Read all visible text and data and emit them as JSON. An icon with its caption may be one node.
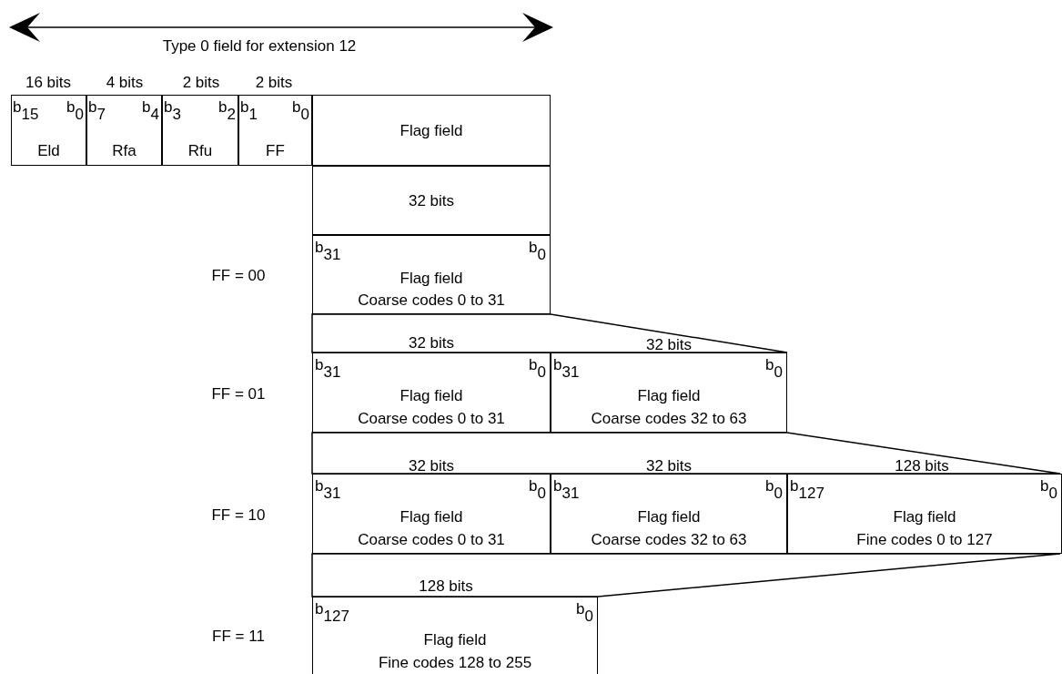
{
  "diagram": {
    "nodes": [
      {
        "text": [
          "b$_{15}$",
          "b$_{0}$",
          "Eld"
        ]
      },
      {
        "text": [
          "b$_{7}$",
          "b$_{4}$",
          "Rfa"
        ]
      },
      {
        "text": [
          "b$_{3}$",
          "b$_{2}$",
          "Rfu"
        ]
      },
      {
        "text": [
          "b$_{1}$",
          "b$_{0}$",
          "FF"
        ]
      },
      {
        "text": [
          "Flag field"
        ]
      },
      {
        "text": [
          "32 bits"
        ]
      },
      {
        "text": [
          "b$_{31}$",
          "b$_{0}$",
          "Flag field",
          "Coarse codes 0 to 31"
        ],
        "beside": [
          "FF = 00"
        ]
      },
      {
        "text": [
          "b$_{31}$",
          "b$_{0}$",
          "Flag field",
          "Coarse codes 0 to 31"
        ],
        "beside": [
          "FF = 01"
        ]
      },
      {
        "text": [
          "b$_{31}$",
          "b$_{0}$",
          "Flag field",
          "Coarse codes 32 to 63"
        ]
      },
      {
        "text": [
          "b$_{31}$",
          "b$_{0}$",
          "Flag field",
          "Coarse codes 0 to 31"
        ],
        "beside": [
          "FF = 10"
        ]
      },
      {
        "text": [
          "b$_{31}$",
          "b$_{0}$",
          "Flag field",
          "Coarse codes 32 to 63"
        ]
      },
      {
        "text": [
          "b$_{127}$",
          "b$_{0}$",
          "Flag field",
          "Fine codes 0 to 127"
        ]
      },
      {
        "text": [
          "b$_{127}$",
          "b$_{0}$",
          "Flag field",
          "Fine codes 128 to 255"
        ],
        "beside": [
          "FF = 11"
        ]
      }
    ],
    "edges": [],
    "labels": [
      "Type 0 field for extension 12",
      "16 bits",
      "4 bits",
      "2 bits",
      "2 bits",
      "32 bits",
      "32 bits",
      "32 bits",
      "32 bits",
      "128 bits",
      "128 bits"
    ]
  }
}
